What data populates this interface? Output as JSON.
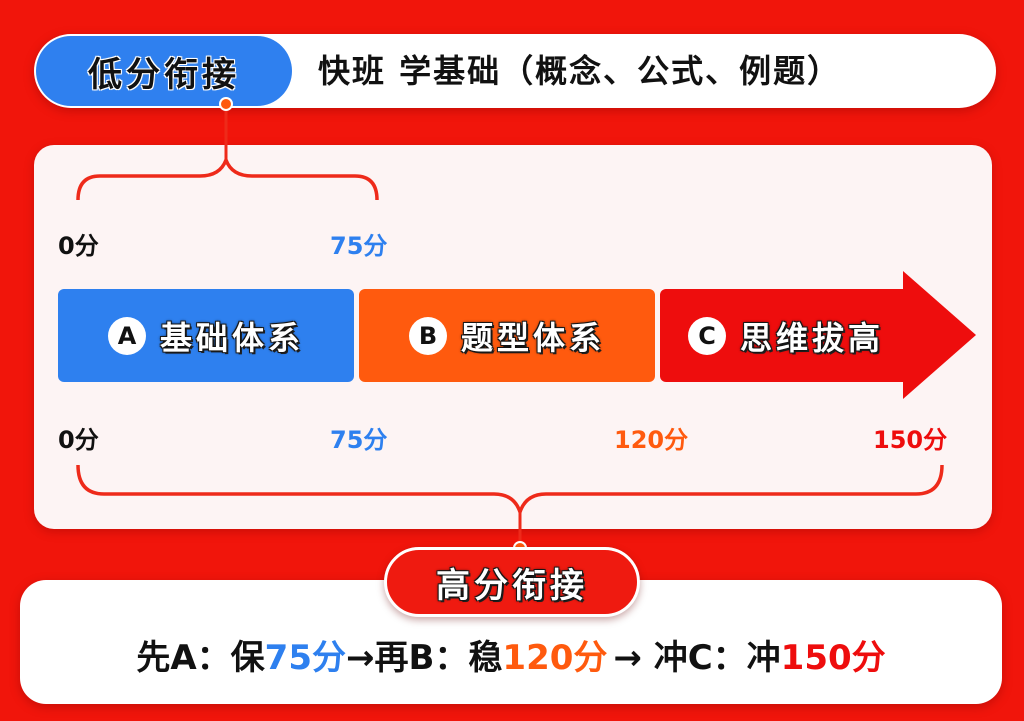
{
  "header": {
    "low_badge": "低分衔接",
    "description": "快班 学基础（概念、公式、例题）"
  },
  "top_scale": {
    "start": "0分",
    "end": "75分"
  },
  "blocks": [
    {
      "letter": "A",
      "label": "基础体系",
      "color": "#2e80ef"
    },
    {
      "letter": "B",
      "label": "题型体系",
      "color": "#ff5a0e"
    },
    {
      "letter": "C",
      "label": "思维拔高",
      "color": "#ee0d0d"
    }
  ],
  "bottom_scale": [
    "0分",
    "75分",
    "120分",
    "150分"
  ],
  "high_badge": "高分衔接",
  "strategy": {
    "p1": "先A：保",
    "s1": "75分",
    "p2": "→再B：稳",
    "s2": "120分",
    "p3": "→ 冲C：冲",
    "s3": "150分"
  },
  "colors": {
    "background": "#f1150b",
    "blue": "#2e80ef",
    "orange": "#ff5a0e",
    "red": "#ee0d0d"
  }
}
